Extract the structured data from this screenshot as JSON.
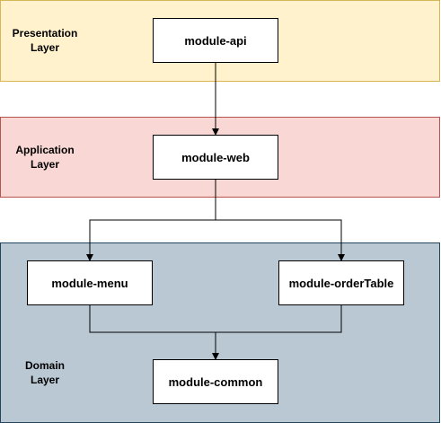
{
  "layers": {
    "presentation": {
      "label": "Presentation\nLayer"
    },
    "application": {
      "label": "Application\nLayer"
    },
    "domain": {
      "label": "Domain\nLayer"
    }
  },
  "nodes": {
    "api": {
      "label": "module-api"
    },
    "web": {
      "label": "module-web"
    },
    "menu": {
      "label": "module-menu"
    },
    "order_table": {
      "label": "module-orderTable"
    },
    "common": {
      "label": "module-common"
    }
  },
  "edges": [
    {
      "from": "module-api",
      "to": "module-web"
    },
    {
      "from": "module-web",
      "to": "module-menu"
    },
    {
      "from": "module-web",
      "to": "module-orderTable"
    },
    {
      "from": "module-menu",
      "to": "module-common"
    },
    {
      "from": "module-orderTable",
      "to": "module-common"
    }
  ],
  "colors": {
    "presentation_fill": "#fff2cc",
    "presentation_stroke": "#d6b656",
    "application_fill": "#f8d7d4",
    "application_stroke": "#b85450",
    "domain_fill": "#bac8d3",
    "domain_stroke": "#23445d"
  }
}
